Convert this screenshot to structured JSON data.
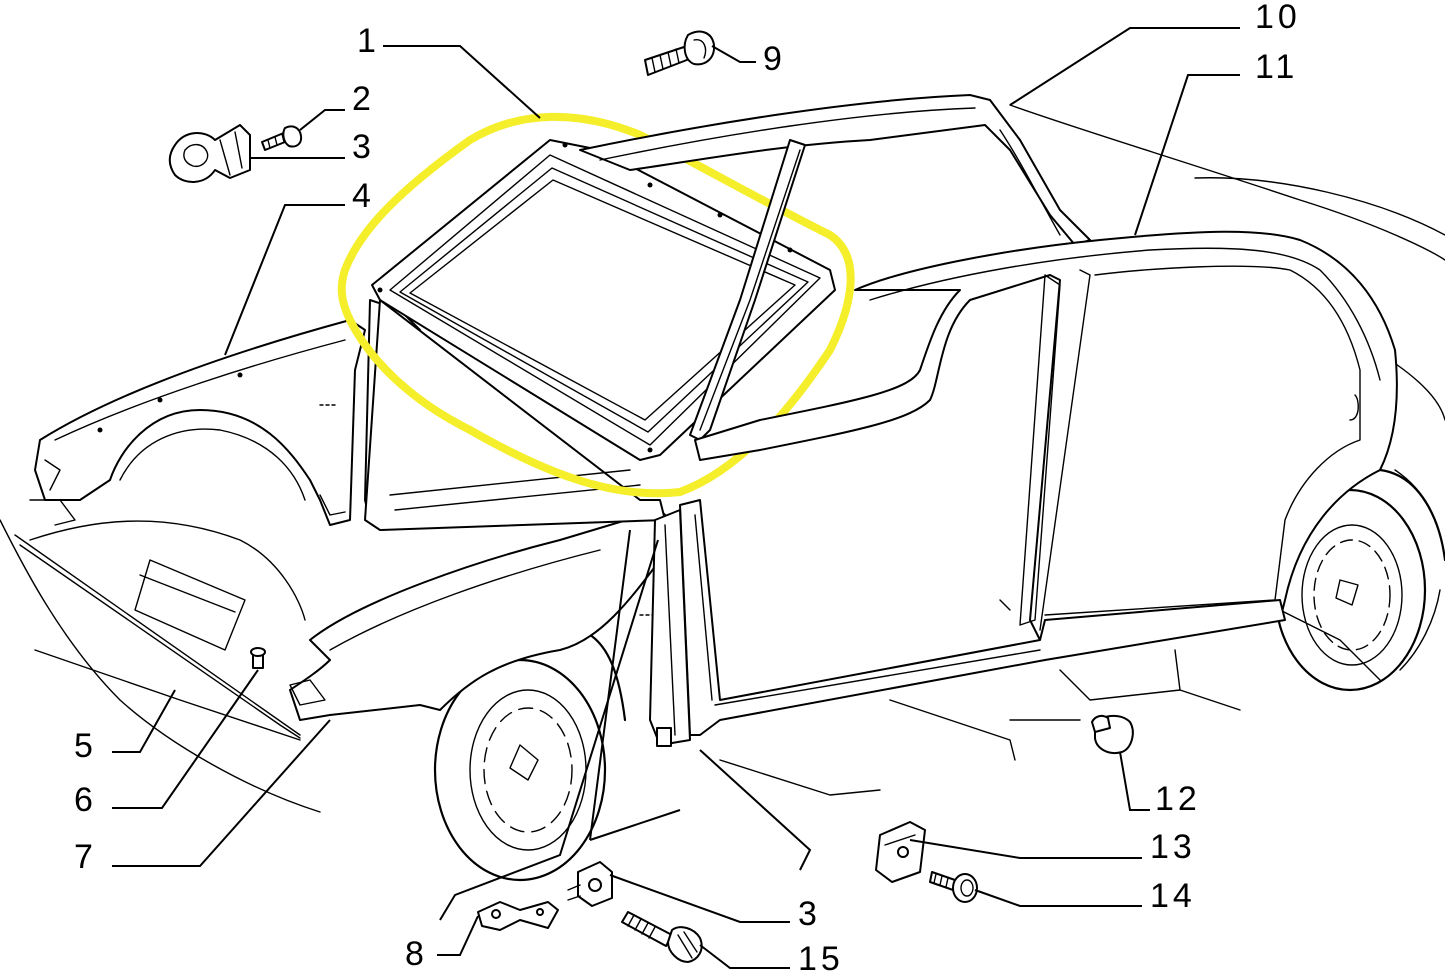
{
  "diagram": {
    "highlight_color": "#f5ee2a",
    "line_color": "#000000",
    "labels": {
      "l1": "1",
      "l2": "2",
      "l3a": "3",
      "l3b": "3",
      "l4": "4",
      "l5": "5",
      "l6": "6",
      "l7": "7",
      "l8": "8",
      "l9": "9",
      "l10": "10",
      "l11": "11",
      "l12": "12",
      "l13": "13",
      "l14": "14",
      "l15": "15"
    }
  }
}
